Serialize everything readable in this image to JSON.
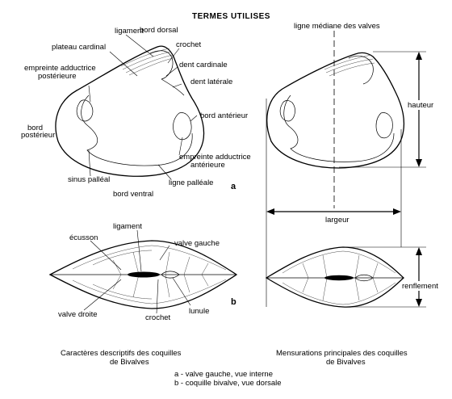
{
  "title": "TERMES UTILISES",
  "panel_a_labels": {
    "ligament": "ligament",
    "bord_dorsal": "bord dorsal",
    "plateau_cardinal": "plateau cardinal",
    "crochet": "crochet",
    "dent_cardinale": "dent cardinale",
    "dent_laterale": "dent latérale",
    "empreinte_post_1": "empreinte adductrice",
    "empreinte_post_2": "postérieure",
    "bord_anterieur": "bord antérieur",
    "bord_post_1": "bord",
    "bord_post_2": "postérieur",
    "empreinte_ant_1": "empreinte adductrice",
    "empreinte_ant_2": "antérieure",
    "sinus_palleal": "sinus palléal",
    "ligne_palleale": "ligne palléale",
    "bord_ventral": "bord ventral",
    "letter": "a"
  },
  "panel_b_labels": {
    "ligament": "ligament",
    "ecusson": "écusson",
    "valve_gauche": "valve gauche",
    "lunule": "lunule",
    "valve_droite": "valve droite",
    "crochet": "crochet",
    "letter": "b"
  },
  "measure_labels": {
    "ligne_mediane": "ligne médiane des valves",
    "hauteur": "hauteur",
    "largeur": "largeur",
    "renflement": "renflement"
  },
  "captions": {
    "left_1": "Caractères descriptifs des coquilles",
    "left_2": "de Bivalves",
    "right_1": "Mensurations principales des coquilles",
    "right_2": "de Bivalves",
    "legend_a": "a  - valve gauche, vue interne",
    "legend_b": "b  - coquille bivalve, vue dorsale"
  }
}
